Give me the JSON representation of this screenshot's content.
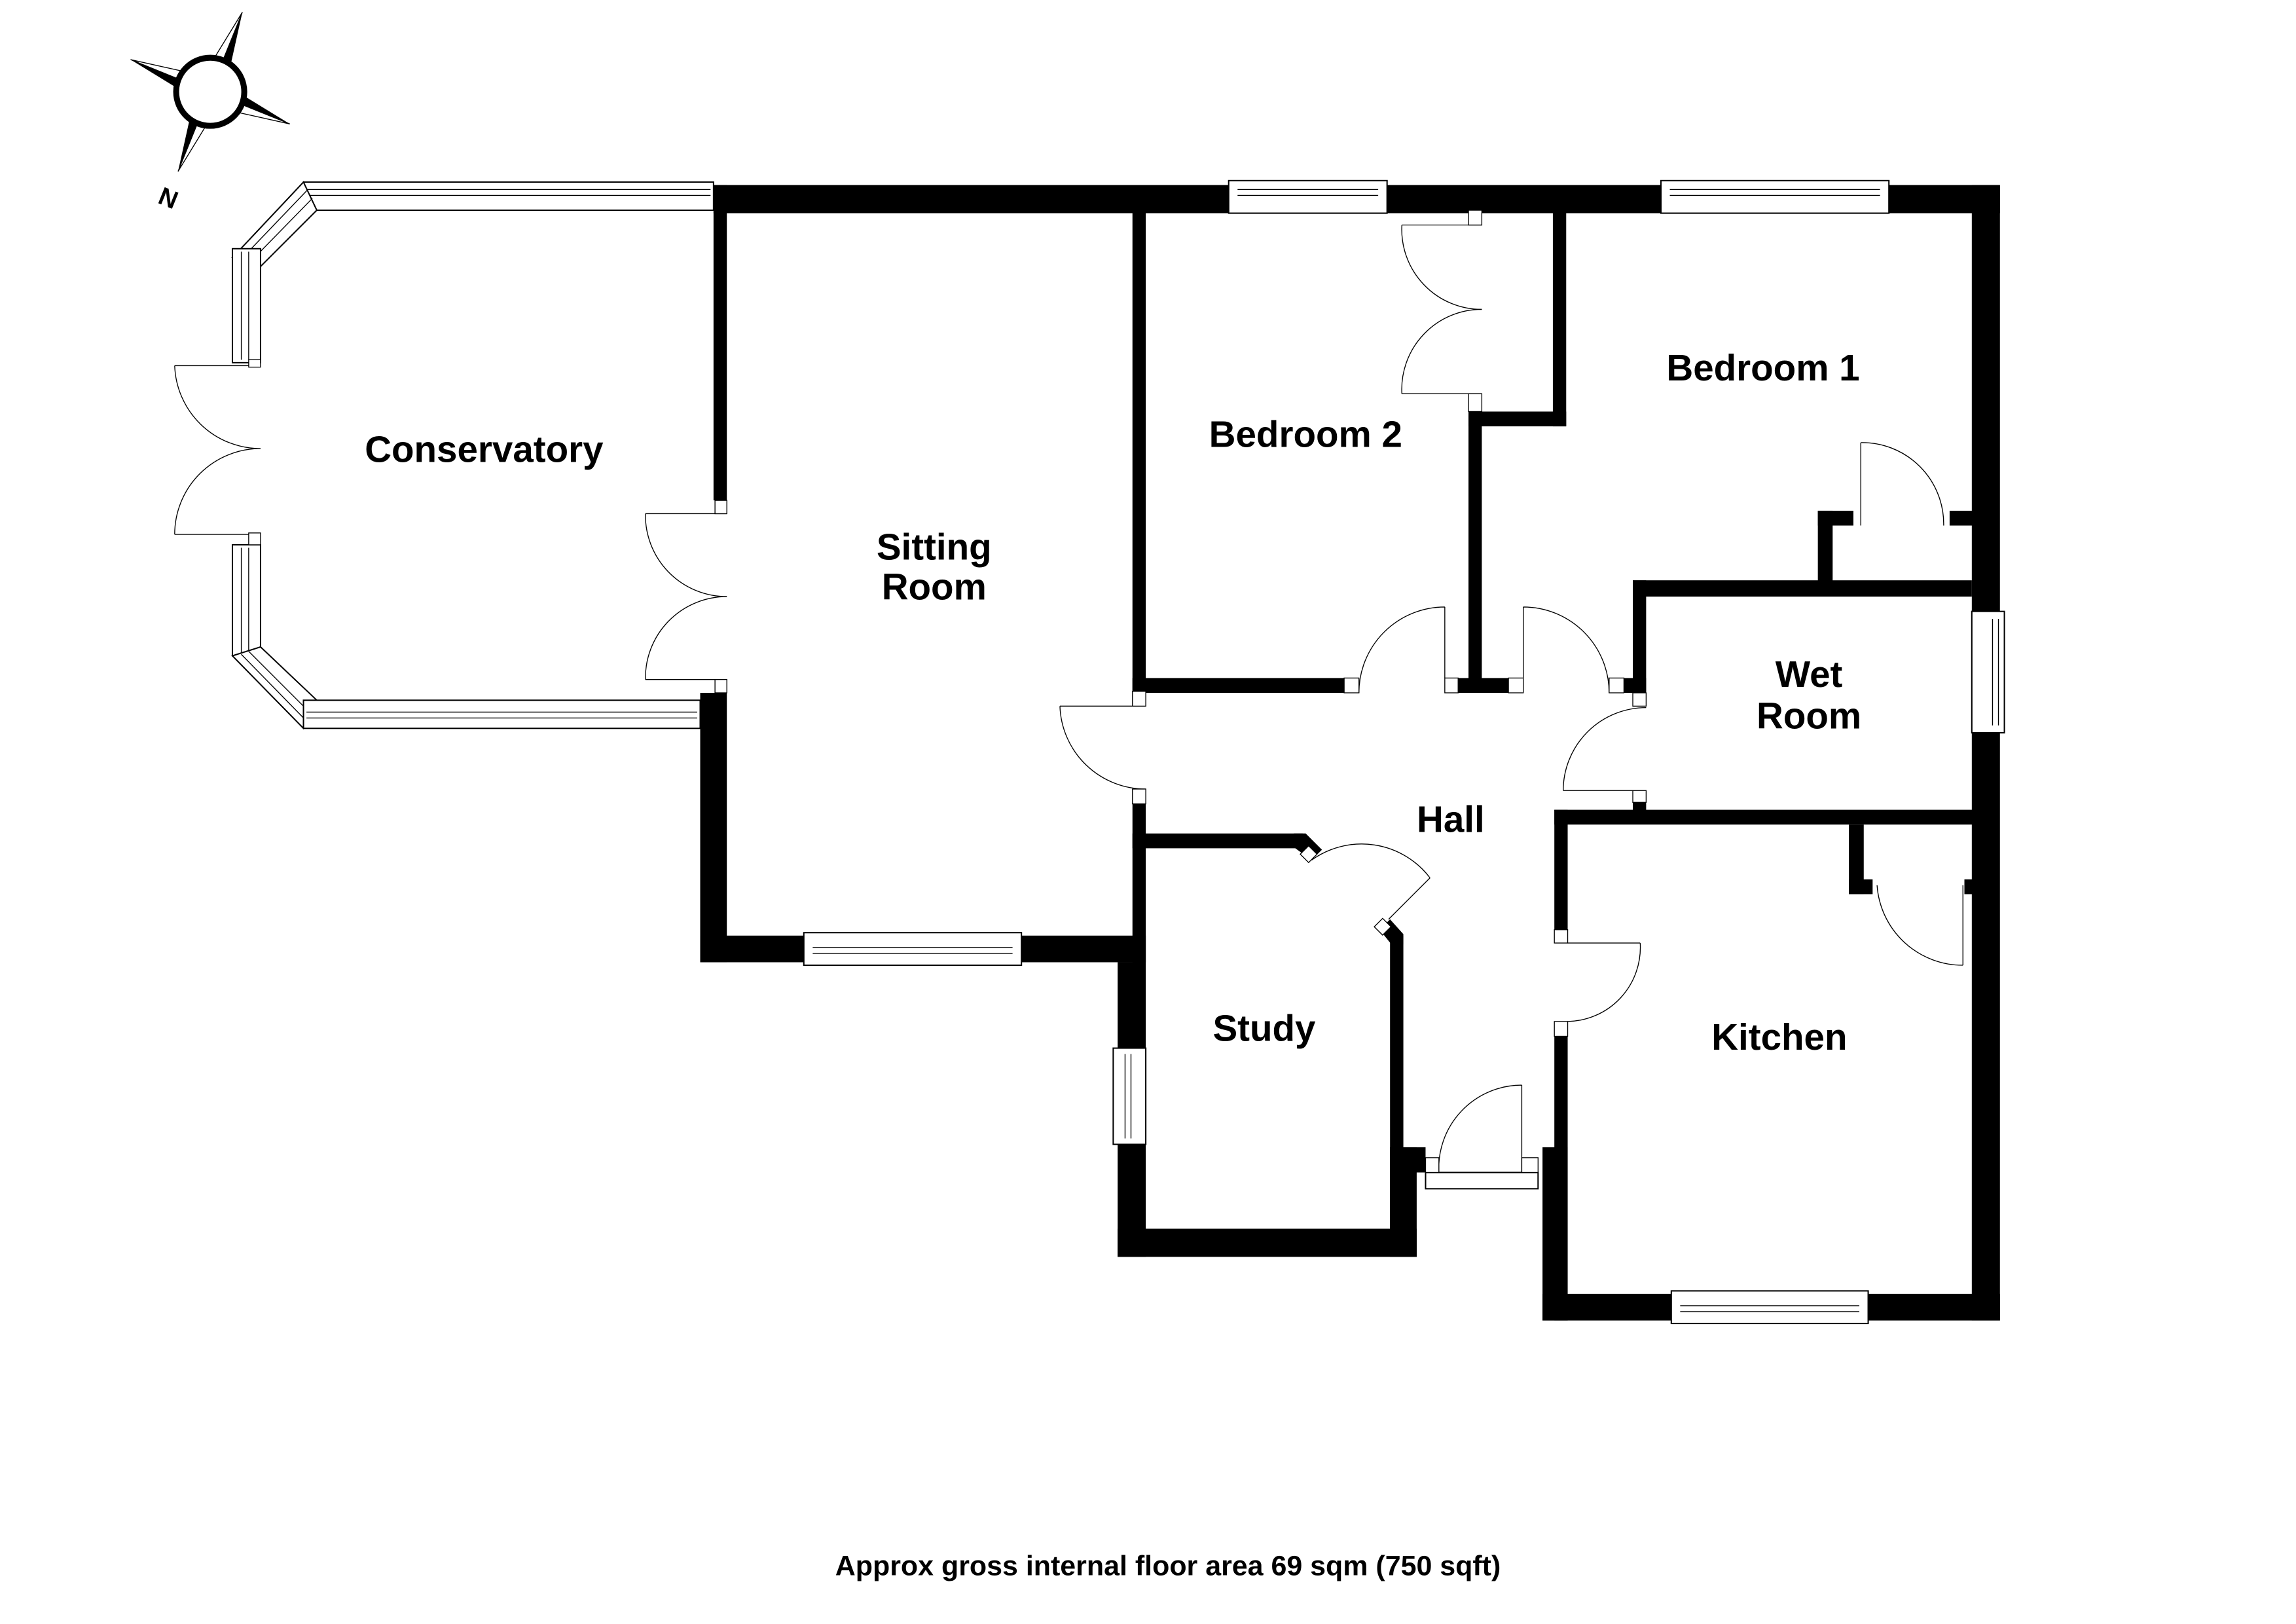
{
  "plan": {
    "type": "floor-plan",
    "compass": {
      "label": "N"
    },
    "rooms": [
      {
        "id": "conservatory",
        "label": "Conservatory"
      },
      {
        "id": "sitting-room",
        "label_line1": "Sitting",
        "label_line2": "Room"
      },
      {
        "id": "bedroom-2",
        "label": "Bedroom 2"
      },
      {
        "id": "bedroom-1",
        "label": "Bedroom 1"
      },
      {
        "id": "wet-room",
        "label_line1": "Wet",
        "label_line2": "Room"
      },
      {
        "id": "hall",
        "label": "Hall"
      },
      {
        "id": "study",
        "label": "Study"
      },
      {
        "id": "kitchen",
        "label": "Kitchen"
      }
    ],
    "footer": "Approx gross internal floor area 69 sqm (750 sqft)",
    "colors": {
      "wall": "#000000",
      "background": "#ffffff"
    }
  }
}
